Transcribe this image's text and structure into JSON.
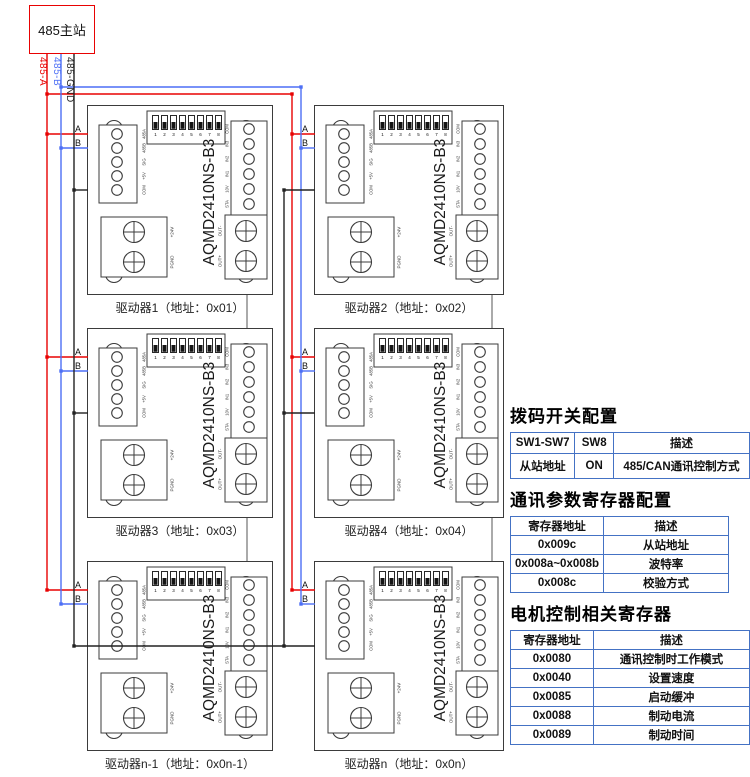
{
  "master": {
    "label": "485主站"
  },
  "bus": {
    "wire_a": {
      "label": "485-A",
      "color": "#e80202"
    },
    "wire_b": {
      "label": "485-B",
      "color": "#4d6ff5"
    },
    "wire_gnd": {
      "label": "485-GND",
      "color": "#222222"
    },
    "node_labels": [
      "A",
      "B"
    ]
  },
  "board_common": {
    "chip": "AQMD2410NS-B3",
    "dip_numbers": [
      "1",
      "2",
      "3",
      "4",
      "5",
      "6",
      "7",
      "8"
    ],
    "left_pins": [
      "485A",
      "485B",
      "SIG",
      "+5V",
      "COM"
    ],
    "right_pins": [
      "COM",
      "IN3",
      "IN2",
      "IN1",
      "10V",
      "STA"
    ],
    "power_pins": [
      "+24V",
      "PGND"
    ],
    "output_pins": [
      "OUT-",
      "OUT+"
    ]
  },
  "boards": [
    {
      "caption": "驱动器1（地址：0x01）"
    },
    {
      "caption": "驱动器2（地址：0x02）"
    },
    {
      "caption": "驱动器3（地址：0x03）"
    },
    {
      "caption": "驱动器4（地址：0x04）"
    },
    {
      "caption": "驱动器n-1（地址：0x0n-1）"
    },
    {
      "caption": "驱动器n（地址：0x0n）"
    }
  ],
  "sections": [
    {
      "title": "拨码开关配置",
      "headers": [
        "SW1-SW7",
        "SW8",
        "描述"
      ],
      "rows": [
        [
          "从站地址",
          "ON",
          "485/CAN通讯控制方式"
        ]
      ]
    },
    {
      "title": "通讯参数寄存器配置",
      "headers": [
        "寄存器地址",
        "描述"
      ],
      "rows": [
        [
          "0x009c",
          "从站地址"
        ],
        [
          "0x008a~0x008b",
          "波特率"
        ],
        [
          "0x008c",
          "校验方式"
        ]
      ]
    },
    {
      "title": "电机控制相关寄存器",
      "headers": [
        "寄存器地址",
        "描述"
      ],
      "rows": [
        [
          "0x0080",
          "通讯控制时工作模式"
        ],
        [
          "0x0040",
          "设置速度"
        ],
        [
          "0x0085",
          "启动缓冲"
        ],
        [
          "0x0088",
          "制动电流"
        ],
        [
          "0x0089",
          "制动时间"
        ]
      ]
    }
  ],
  "colors": {
    "table_border": "#4472c4",
    "wire_a": "#e80202",
    "wire_b": "#4d6ff5",
    "wire_gnd": "#222222",
    "board_line": "#3b3b3b"
  }
}
